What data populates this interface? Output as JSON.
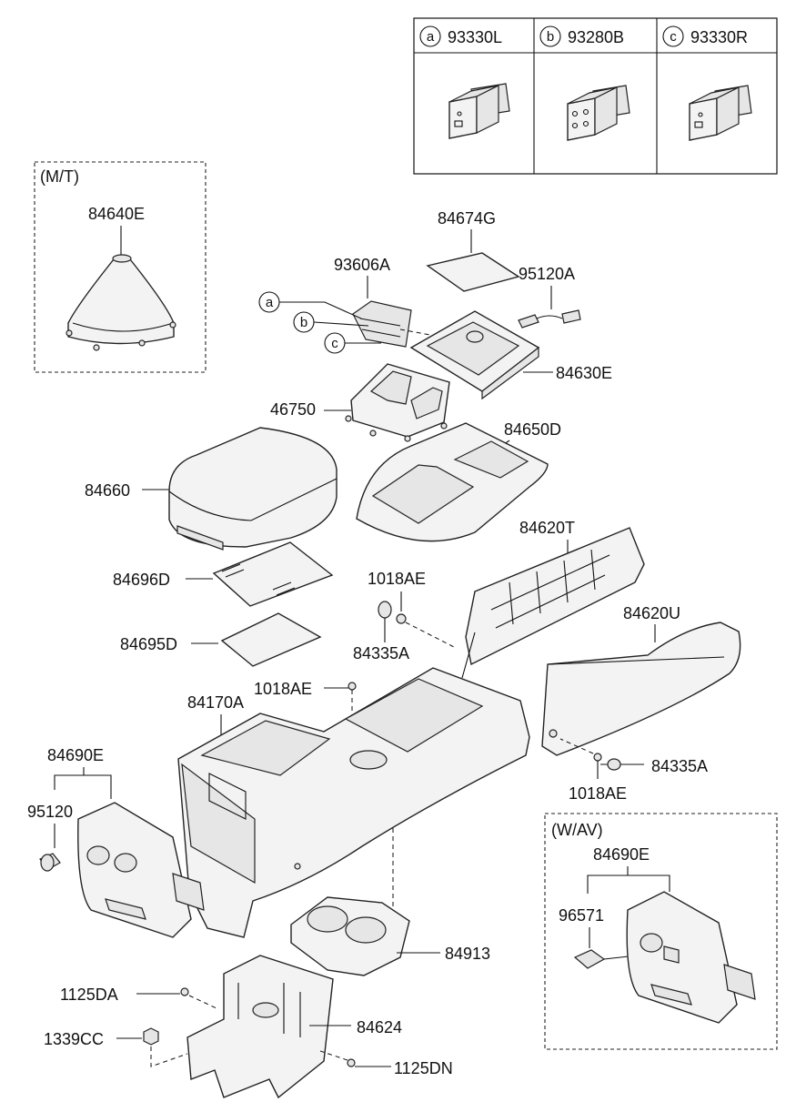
{
  "switch_table": {
    "cells": [
      {
        "letter": "a",
        "part": "93330L"
      },
      {
        "letter": "b",
        "part": "93280B"
      },
      {
        "letter": "c",
        "part": "93330R"
      }
    ]
  },
  "mt_box": {
    "title": "(M/T)",
    "part": "84640E"
  },
  "av_box": {
    "title": "(W/AV)",
    "parts": [
      "84690E",
      "96571"
    ]
  },
  "callouts": [
    "a",
    "b",
    "c"
  ],
  "labels": {
    "p84674G": "84674G",
    "p93606A": "93606A",
    "p95120A": "95120A",
    "p84630E": "84630E",
    "p46750": "46750",
    "p84650D": "84650D",
    "p84660": "84660",
    "p84620T": "84620T",
    "p84696D": "84696D",
    "p1018AE_a": "1018AE",
    "p84695D": "84695D",
    "p84335A_a": "84335A",
    "p84620U": "84620U",
    "p1018AE_b": "1018AE",
    "p84170A": "84170A",
    "p84690E": "84690E",
    "p84335A_b": "84335A",
    "p1018AE_c": "1018AE",
    "p95120": "95120",
    "p84913": "84913",
    "p1125DA": "1125DA",
    "p84624": "84624",
    "p1339CC": "1339CC",
    "p1125DN": "1125DN"
  }
}
